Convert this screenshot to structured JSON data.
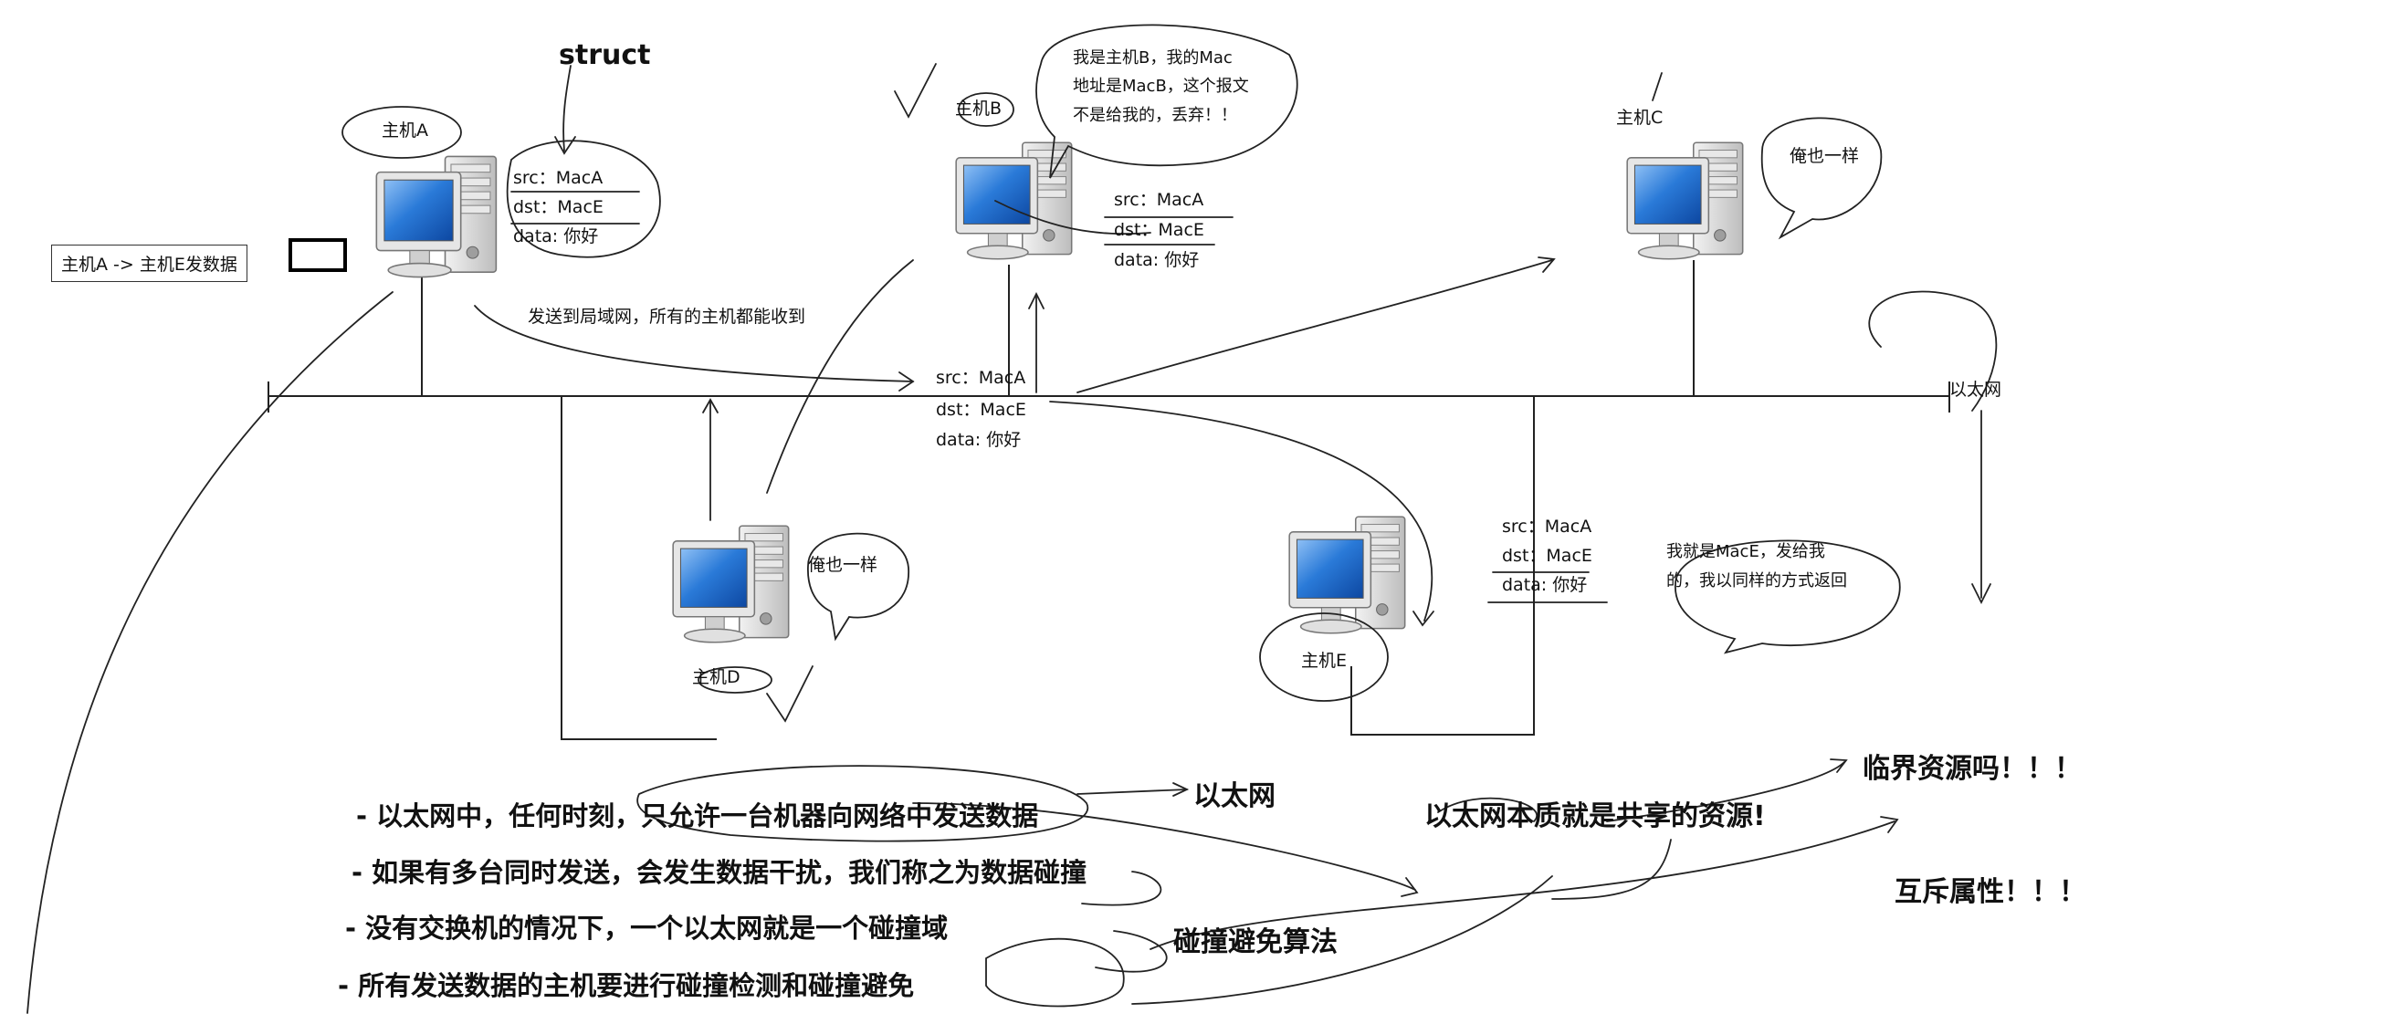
{
  "title": "struct",
  "hosts": {
    "a": "主机A",
    "b": "主机B",
    "c": "主机C",
    "d": "主机D",
    "e": "主机E"
  },
  "ethernet_label": "以太网",
  "request_box": "主机A -> 主机E发数据",
  "broadcast_note": "发送到局域网，所有的主机都能收到",
  "frame": {
    "src": "src：MacA",
    "dst": "dst：MacE",
    "data": "data: 你好"
  },
  "frame_center": {
    "src": "src：MacA",
    "dst": "dst：MacE",
    "data": "data: 你好"
  },
  "frame_b": {
    "src": "src：MacA",
    "dst": "dst：MacE",
    "data": "data: 你好"
  },
  "frame_e": {
    "src": "src：MacA",
    "dst": "dst：MacE",
    "data": "data: 你好"
  },
  "bubbles": {
    "b": [
      "我是主机B，我的Mac",
      "地址是MacB，这个报文",
      "不是给我的，丢弃！！"
    ],
    "c": "俺也一样",
    "d": "俺也一样",
    "e": [
      "我就是MacE，发给我",
      "的，我以同样的方式返回"
    ]
  },
  "bullets": [
    "- 以太网中，任何时刻，只允许一台机器向网络中发送数据",
    "- 如果有多台同时发送，会发生数据干扰，我们称之为数据碰撞",
    "- 没有交换机的情况下，一个以太网就是一个碰撞域",
    "- 所有发送数据的主机要进行碰撞检测和碰撞避免"
  ],
  "notes": {
    "ethernet": "以太网",
    "shared": "以太网本质就是共享的资源!",
    "critical": "临界资源吗！！！",
    "mutex": "互斥属性！！！",
    "avoid": "碰撞避免算法"
  },
  "colors": {
    "screen": "#1565c0",
    "screen_light": "#6aa8e8",
    "case": "#d9d9d9",
    "ink": "#111111"
  }
}
